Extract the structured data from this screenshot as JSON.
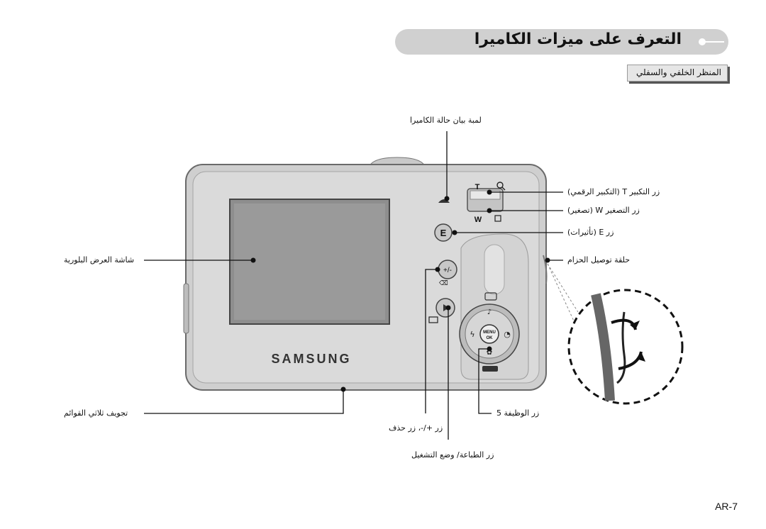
{
  "header": {
    "title": "التعرف على ميزات الكاميرا",
    "subtitle": "المنظر الخلفي والسفلي"
  },
  "callouts": {
    "busy_lamp": "لمبة بيان حالة الكاميرا",
    "tele_button": "زر التكبير  T (التكبير الرقمي)",
    "wide_button": "زر التصغير  W (تصغير)",
    "e_button": "زر  E (تأثيرات)",
    "strap_eyelet": "حلقة توصيل الحزام",
    "lcd_monitor": "شاشة العرض البلورية",
    "tripod_socket": "تجويف ثلاثي القوائم",
    "function_button": "زر الوظيفة 5",
    "ev_delete_button": "زر +/-، زر حذف",
    "play_print_button": "زر الطباعة/ وضع التشغيل"
  },
  "camera": {
    "brand": "SAMSUNG",
    "zoom_tele_letter": "T",
    "zoom_wide_letter": "W",
    "e_letter": "E",
    "menu_label": "MENU",
    "ok_label": "OK"
  },
  "footer": {
    "page_number": "AR-7"
  }
}
